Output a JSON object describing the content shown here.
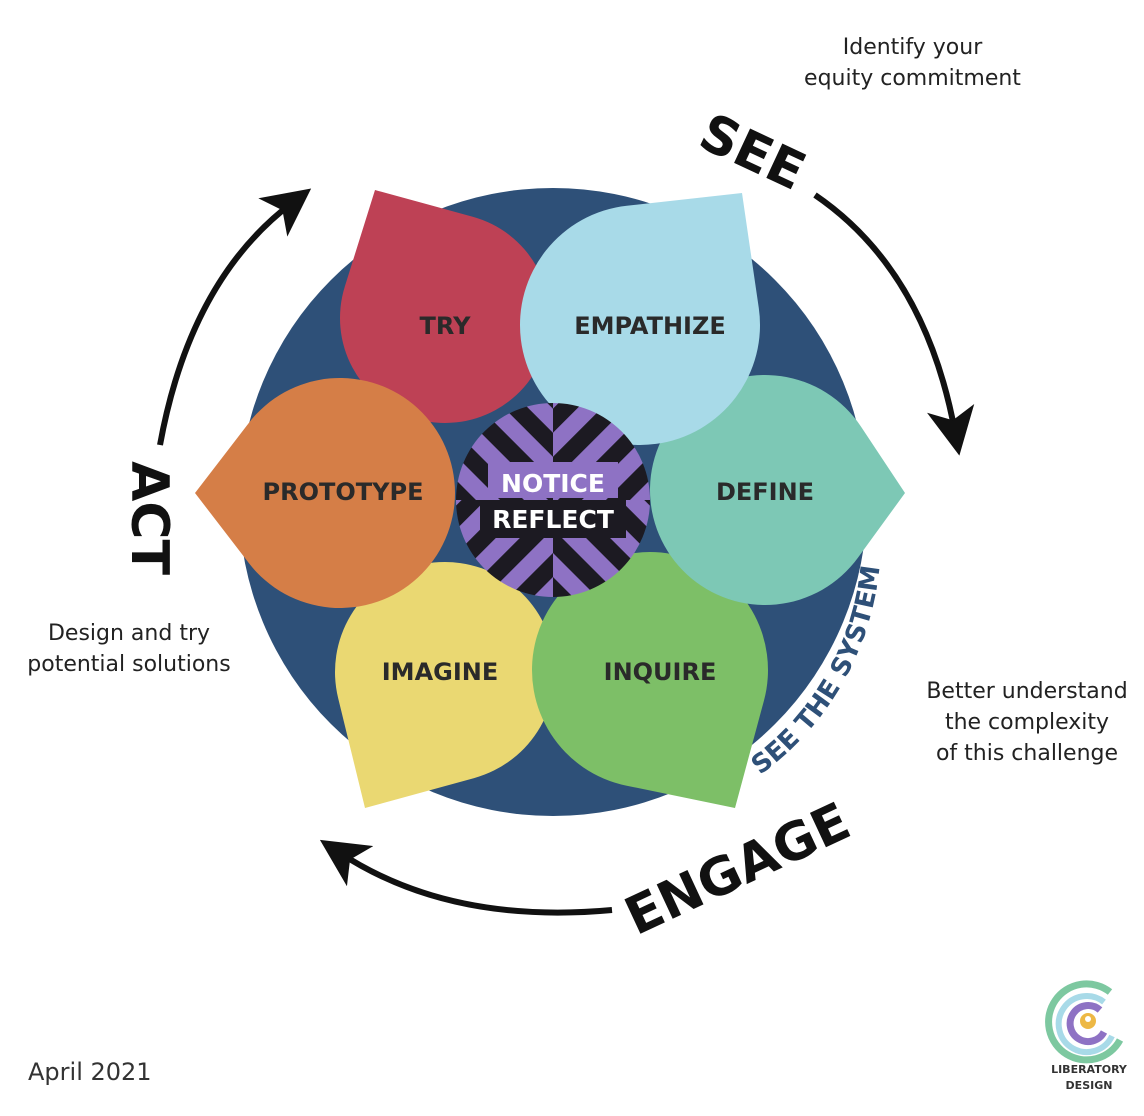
{
  "petals": [
    {
      "label": "TRY",
      "color": "#BE4155"
    },
    {
      "label": "IMAGINE",
      "color": "#EAD872"
    },
    {
      "label": "PROTOTYPE",
      "color": "#D57E47"
    },
    {
      "label": "INQUIRE",
      "color": "#7DBF67"
    },
    {
      "label": "DEFINE",
      "color": "#7DC8B5"
    },
    {
      "label": "EMPATHIZE",
      "color": "#A8DAE8"
    }
  ],
  "center": {
    "line1": "NOTICE",
    "line2": "REFLECT",
    "color": "#8E72C4"
  },
  "ring_color": "#2E5078",
  "system_label": "SEE THE SYSTEM",
  "phases": {
    "see": "SEE",
    "act": "ACT",
    "engage": "ENGAGE"
  },
  "notes": {
    "see_line1": "Identify your",
    "see_line2": "equity commitment",
    "act_line1": "Design and try",
    "act_line2": "potential solutions",
    "engage_line1": "Better understand",
    "engage_line2": "the complexity",
    "engage_line3": "of this challenge"
  },
  "date": "April 2021",
  "logo": {
    "line1": "LIBERATORY",
    "line2": "DESIGN"
  }
}
